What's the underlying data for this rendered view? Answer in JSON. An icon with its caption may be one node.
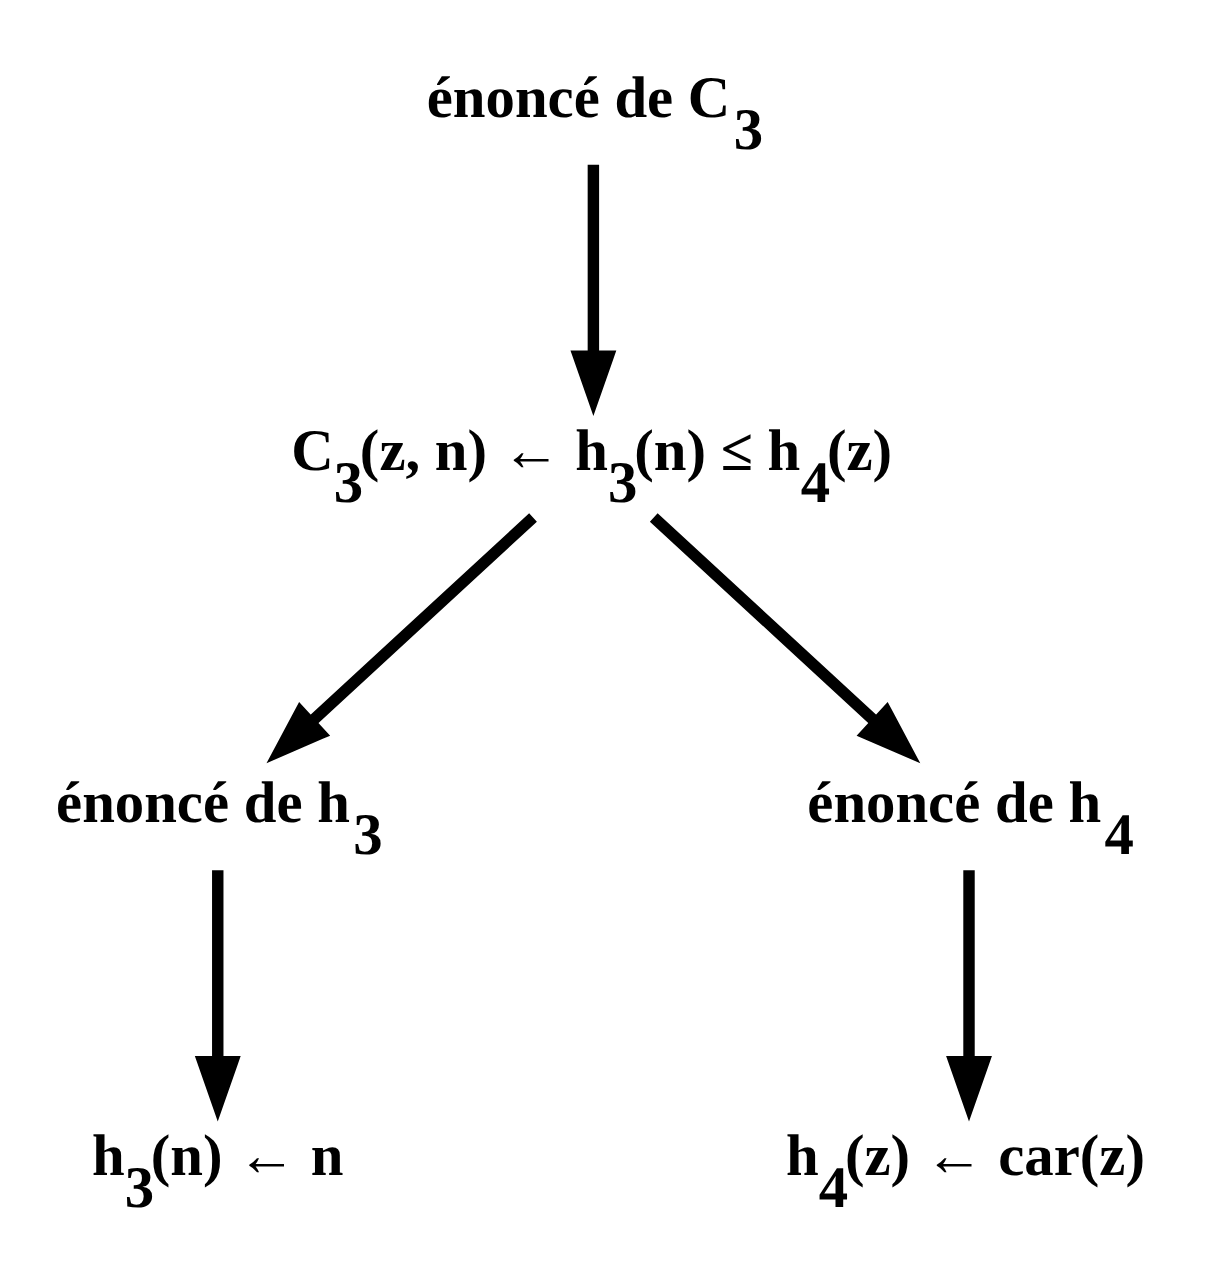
{
  "diagram": {
    "nodes": [
      {
        "text": [
          "énoncé de C$_{3}$"
        ]
      },
      {
        "text": [
          "C$_{3}$(z, n) ← h$_{3}$(n) ≤ h$_{4}$(z)"
        ]
      },
      {
        "text": [
          "énoncé de h$_{3}$"
        ]
      },
      {
        "text": [
          "énoncé de h$_{4}$"
        ]
      },
      {
        "text": [
          "h$_{3}$(n) ← n"
        ]
      },
      {
        "text": [
          "h$_{4}$(z) ← car(z)"
        ]
      }
    ],
    "edges": [
      {
        "from": 0,
        "to": 1,
        "arrow": "to"
      },
      {
        "from": 1,
        "to": 2,
        "arrow": "to"
      },
      {
        "from": 1,
        "to": 3,
        "arrow": "to"
      },
      {
        "from": 2,
        "to": 4,
        "arrow": "to"
      },
      {
        "from": 3,
        "to": 5,
        "arrow": "to"
      }
    ]
  }
}
